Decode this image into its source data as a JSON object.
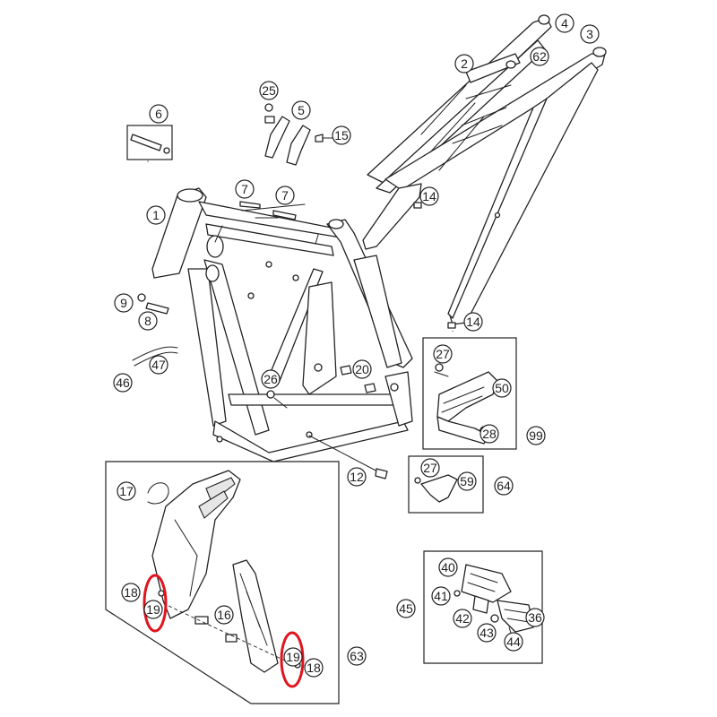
{
  "callouts": {
    "c1": "1",
    "c2": "2",
    "c3": "3",
    "c4": "4",
    "c5": "5",
    "c6": "6",
    "c7a": "7",
    "c7b": "7",
    "c8": "8",
    "c9": "9",
    "c12": "12",
    "c14a": "14",
    "c14b": "14",
    "c15": "15",
    "c16": "16",
    "c17": "17",
    "c18a": "18",
    "c18b": "18",
    "c19a": "19",
    "c19b": "19",
    "c20": "20",
    "c25": "25",
    "c26": "26",
    "c27a": "27",
    "c27b": "27",
    "c28": "28",
    "c36": "36",
    "c40": "40",
    "c41": "41",
    "c42": "42",
    "c43": "43",
    "c44": "44",
    "c45": "45",
    "c46": "46",
    "c47": "47",
    "c50": "50",
    "c59": "59",
    "c62": "62",
    "c63": "63",
    "c64": "64",
    "c99": "99"
  },
  "colors": {
    "line": "#222222",
    "highlight": "#e0141e",
    "background": "#ffffff"
  }
}
